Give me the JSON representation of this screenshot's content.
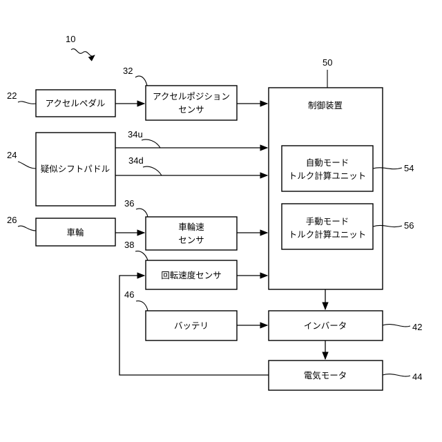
{
  "figure_ref": "10",
  "blocks": {
    "accel_pedal": {
      "ref": "22",
      "label": "アクセルペダル"
    },
    "accel_sensor": {
      "ref": "32",
      "label_line1": "アクセルポジション",
      "label_line2": "センサ"
    },
    "pseudo_paddle": {
      "ref": "24",
      "label": "疑似シフトパドル"
    },
    "wheel": {
      "ref": "26",
      "label": "車輪"
    },
    "wheel_speed_sensor": {
      "ref": "36",
      "label_line1": "車輪速",
      "label_line2": "センサ"
    },
    "rotation_speed_sensor": {
      "ref": "38",
      "label": "回転速度センサ"
    },
    "battery": {
      "ref": "46",
      "label": "バッテリ"
    },
    "controller": {
      "ref": "50",
      "label": "制御装置"
    },
    "auto_mode_unit": {
      "ref": "54",
      "label_line1": "自動モード",
      "label_line2": "トルク計算ユニット"
    },
    "manual_mode_unit": {
      "ref": "56",
      "label_line1": "手動モード",
      "label_line2": "トルク計算ユニット"
    },
    "inverter": {
      "ref": "42",
      "label": "インバータ"
    },
    "motor": {
      "ref": "44",
      "label": "電気モータ"
    }
  },
  "signals": {
    "upshift": "34u",
    "downshift": "34d"
  }
}
